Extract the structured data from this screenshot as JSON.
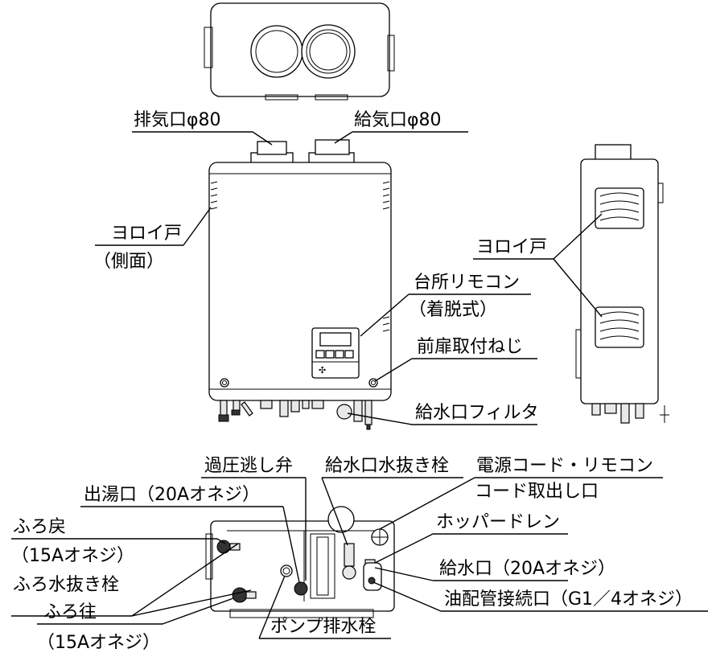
{
  "labels": {
    "exhaust_port": "排気口φ80",
    "intake_port": "給気口φ80",
    "louver_door_front": "ヨロイ戸",
    "louver_door_side_note": "（側面）",
    "kitchen_remote": "台所リモコン",
    "kitchen_remote_note": "（着脱式）",
    "front_door_screw": "前扉取付ねじ",
    "water_inlet_filter": "給水口フィルタ",
    "louver_door_side": "ヨロイ戸",
    "relief_valve": "過圧逃し弁",
    "water_inlet_drain_plug": "給水口水抜き栓",
    "power_cord_outlet_line1": "電源コード・リモコン",
    "power_cord_outlet_line2": "コード取出し口",
    "hot_water_outlet": "出湯口（20Aオネジ）",
    "bath_return": "ふろ戻",
    "bath_return_spec": "（15Aオネジ）",
    "hopper_drain": "ホッパードレン",
    "bath_drain_plug": "ふろ水抜き栓",
    "water_inlet": "給水口（20Aオネジ）",
    "oil_pipe_connection": "油配管接続口（G1／4オネジ）",
    "bath_supply": "ふろ往",
    "bath_supply_spec": "（15Aオネジ）",
    "pump_drain_plug": "ポンプ排水栓"
  },
  "remote_panel": {
    "symbol": "✣"
  }
}
